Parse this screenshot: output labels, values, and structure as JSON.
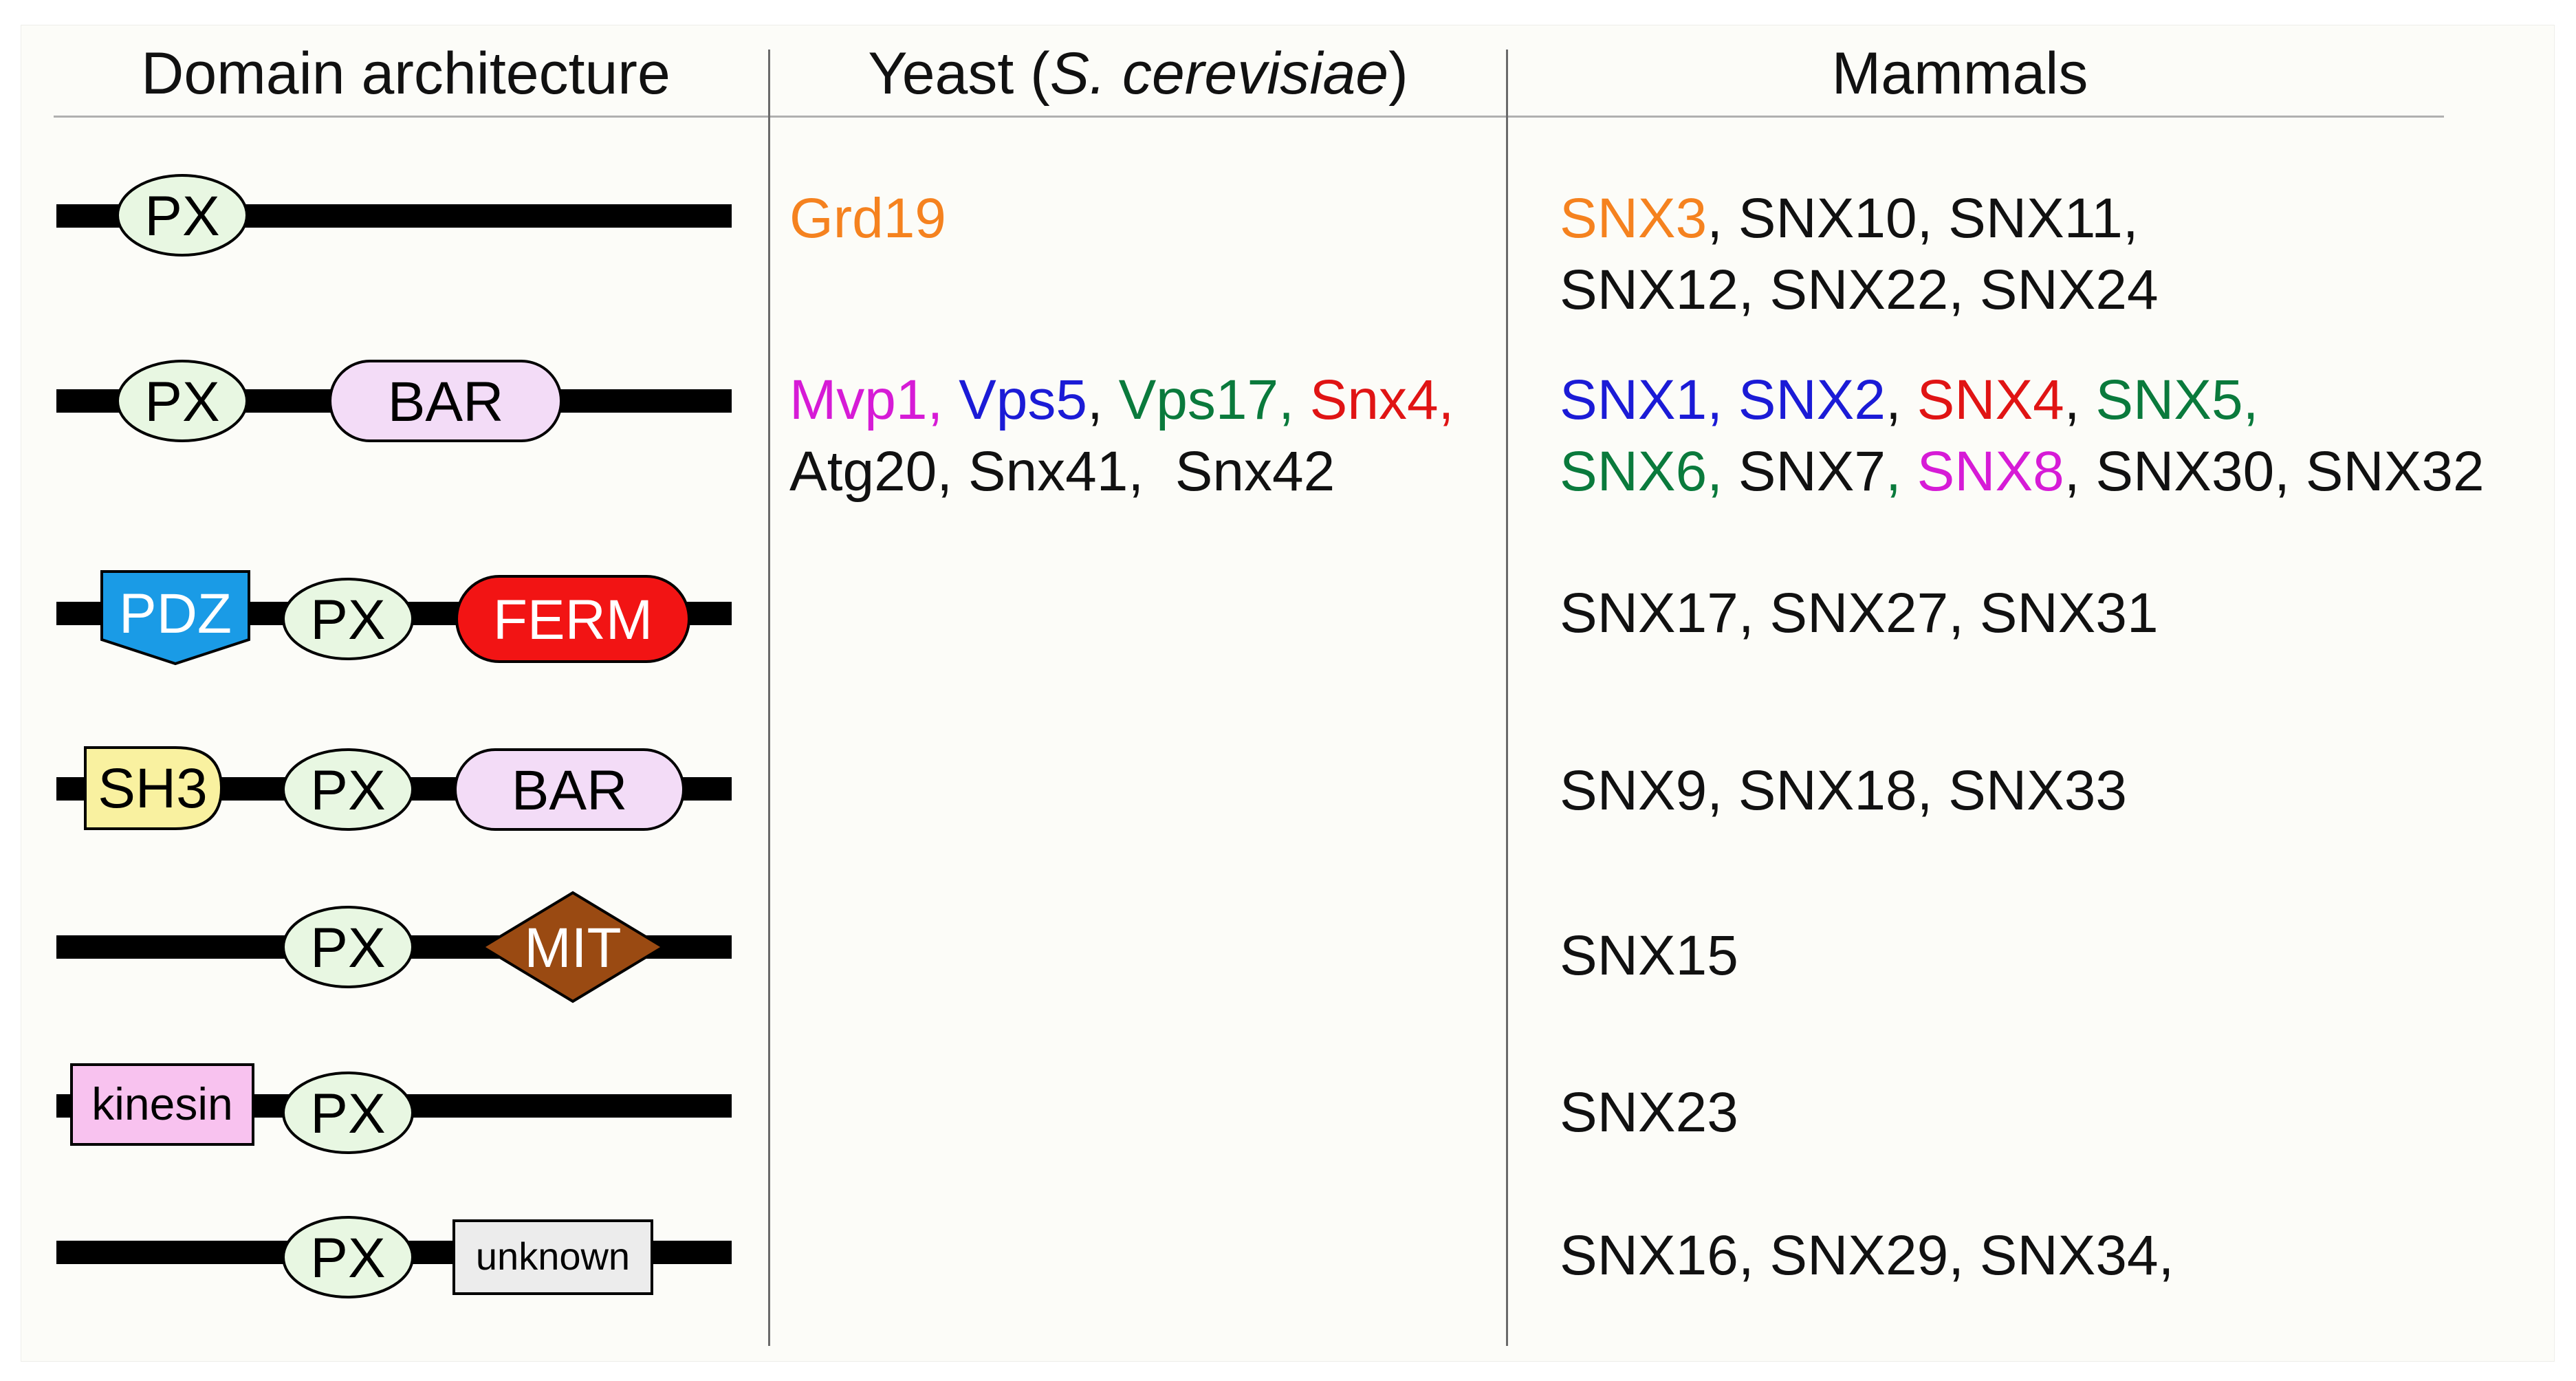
{
  "headers": {
    "domain": "Domain architecture",
    "yeast_prefix": "Yeast (",
    "yeast_species": "S. cerevisiae",
    "yeast_suffix": ")",
    "mammals": "Mammals"
  },
  "domains": {
    "px": "PX",
    "bar": "BAR",
    "pdz": "PDZ",
    "ferm": "FERM",
    "sh3": "SH3",
    "mit": "MIT",
    "kinesin": "kinesin",
    "unknown": "unknown"
  },
  "colors": {
    "orange": "#f5821f",
    "magenta": "#d61bd6",
    "blue": "#1b1bd6",
    "green": "#0a7a3c",
    "red": "#e01414",
    "black": "#111111",
    "px_fill": "#e8f7e2",
    "bar_fill": "#f3dcf7",
    "pdz_fill": "#1a9be6",
    "ferm_fill": "#f21414",
    "sh3_fill": "#f9f1a0",
    "mit_fill": "#9a4a12",
    "kinesin_fill": "#f8c2ef",
    "unknown_fill": "#ececec"
  },
  "rows": [
    {
      "yeast": [
        [
          {
            "text": "Grd19",
            "color": "orange"
          }
        ]
      ],
      "mammals": [
        [
          {
            "text": "SNX3",
            "color": "orange"
          },
          {
            "text": ", SNX10, SNX11,",
            "color": "black"
          }
        ],
        [
          {
            "text": "SNX12, SNX22, SNX24",
            "color": "black"
          }
        ]
      ]
    },
    {
      "yeast": [
        [
          {
            "text": "Mvp1, ",
            "color": "magenta"
          },
          {
            "text": "Vps5",
            "color": "blue"
          },
          {
            "text": ", ",
            "color": "black"
          },
          {
            "text": "Vps17, ",
            "color": "green"
          },
          {
            "text": "Snx4,",
            "color": "red"
          }
        ],
        [
          {
            "text": "Atg20, Snx41,  Snx42",
            "color": "black"
          }
        ]
      ],
      "mammals": [
        [
          {
            "text": "SNX1, SNX2",
            "color": "blue"
          },
          {
            "text": ", ",
            "color": "black"
          },
          {
            "text": "SNX4",
            "color": "red"
          },
          {
            "text": ", ",
            "color": "black"
          },
          {
            "text": "SNX5,",
            "color": "green"
          }
        ],
        [
          {
            "text": "SNX6, ",
            "color": "green"
          },
          {
            "text": "SNX7",
            "color": "black"
          },
          {
            "text": ", ",
            "color": "green"
          },
          {
            "text": "SNX8",
            "color": "magenta"
          },
          {
            "text": ", SNX30, SNX32",
            "color": "black"
          }
        ]
      ]
    },
    {
      "yeast": [],
      "mammals": [
        [
          {
            "text": "SNX17, SNX27, SNX31",
            "color": "black"
          }
        ]
      ]
    },
    {
      "yeast": [],
      "mammals": [
        [
          {
            "text": "SNX9, SNX18, SNX33",
            "color": "black"
          }
        ]
      ]
    },
    {
      "yeast": [],
      "mammals": [
        [
          {
            "text": "SNX15",
            "color": "black"
          }
        ]
      ]
    },
    {
      "yeast": [],
      "mammals": [
        [
          {
            "text": "SNX23",
            "color": "black"
          }
        ]
      ]
    },
    {
      "yeast": [],
      "mammals": [
        [
          {
            "text": "SNX16, SNX29, SNX34,",
            "color": "black"
          }
        ]
      ]
    }
  ]
}
